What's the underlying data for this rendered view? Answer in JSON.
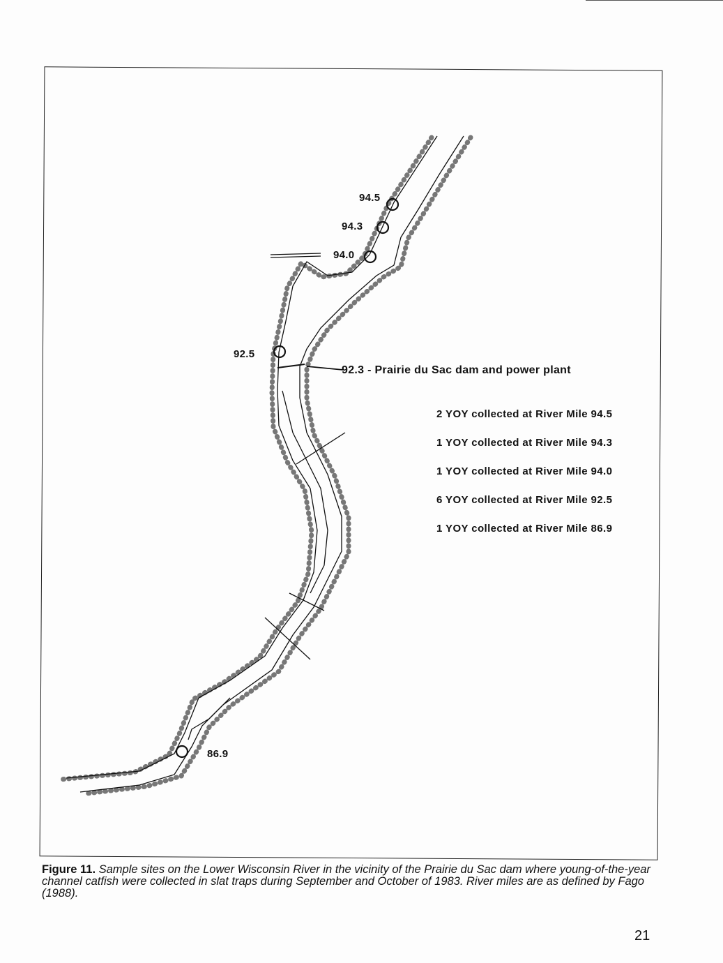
{
  "map": {
    "sites": [
      {
        "label": "94.5"
      },
      {
        "label": "94.3"
      },
      {
        "label": "94.0"
      },
      {
        "label": "92.5"
      },
      {
        "label": "86.9"
      }
    ],
    "dam_label": "92.3 - Prairie du Sac dam and power plant"
  },
  "legend": [
    "2 YOY collected at River Mile 94.5",
    "1 YOY collected at River Mile 94.3",
    "1 YOY collected at River Mile 94.0",
    "6 YOY collected at River Mile 92.5",
    "1 YOY collected at River Mile 86.9"
  ],
  "caption": {
    "figure_label": "Figure 11.",
    "text": "Sample sites on the Lower Wisconsin River in the vicinity of the Prairie du Sac dam where young-of-the-year channel catfish were collected in slat traps during September and October of 1983.  River miles are as defined by Fago (1988)."
  },
  "page_number": "21"
}
